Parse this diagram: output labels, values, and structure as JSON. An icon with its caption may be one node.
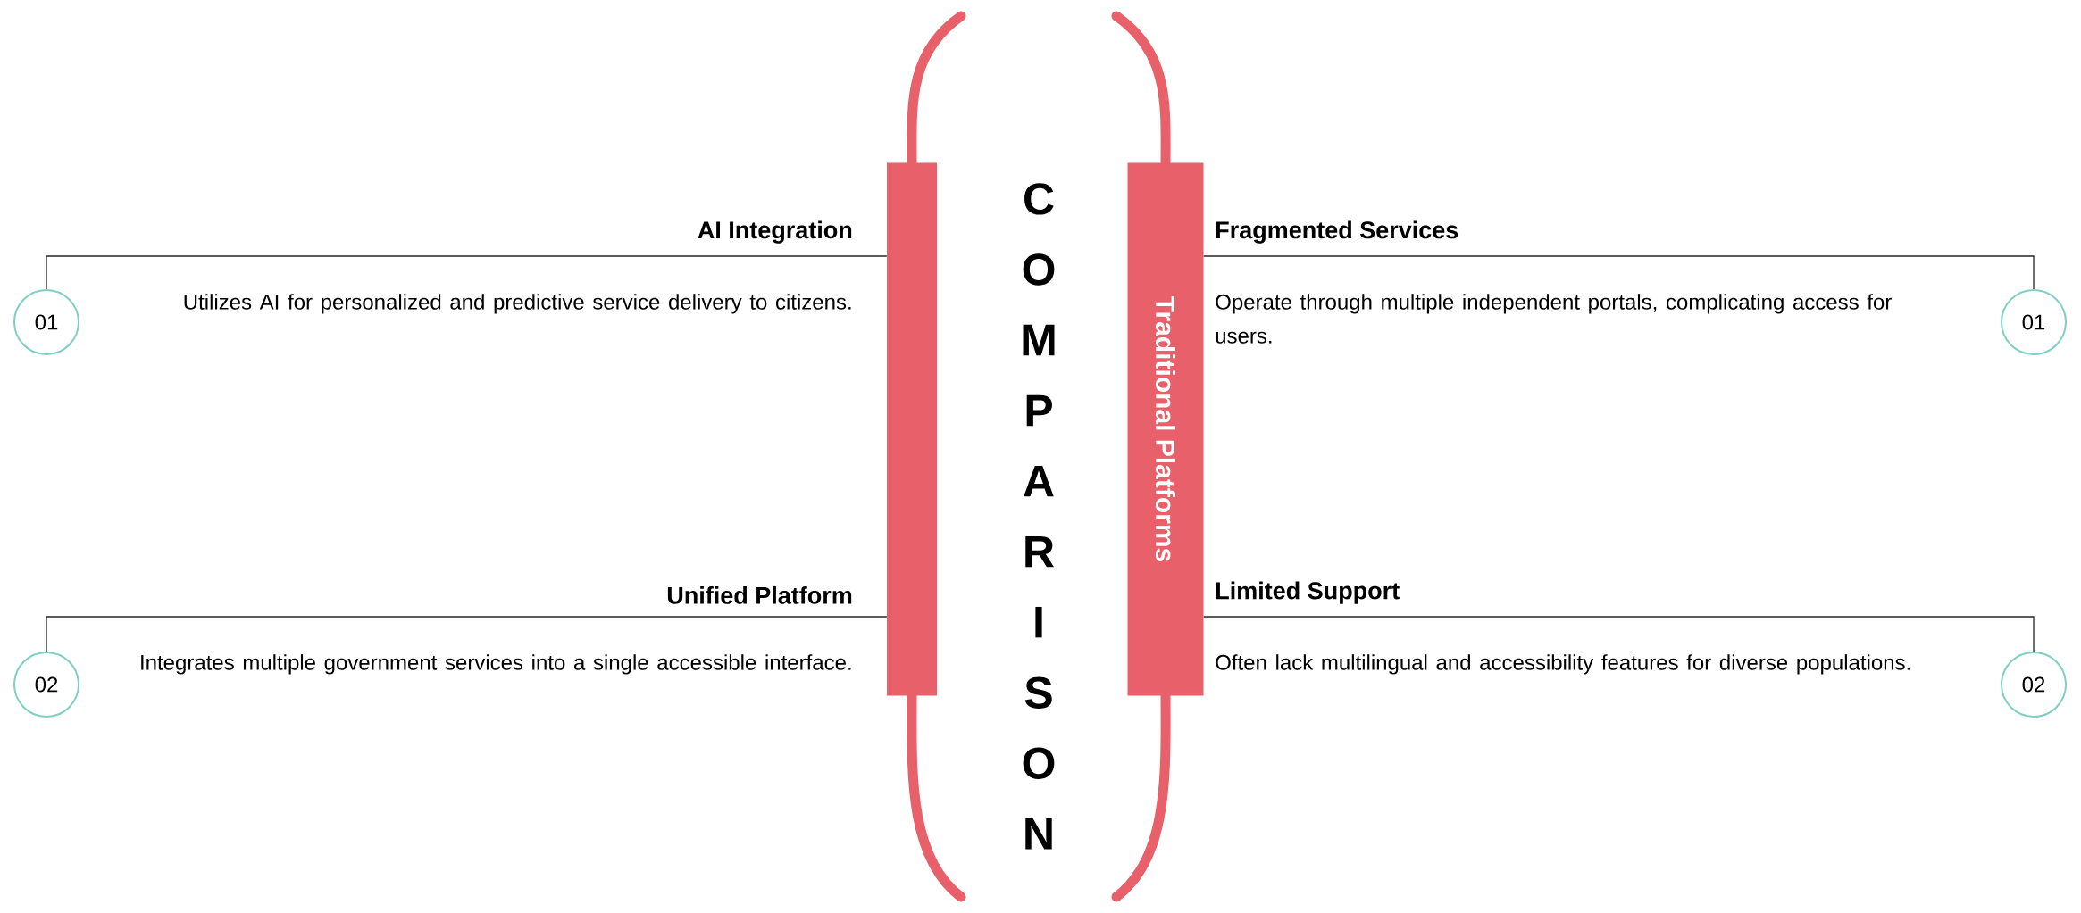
{
  "diagram": {
    "title": "COMPARISON",
    "nodes": [
      {
        "text": [],
        "shape": "bar"
      },
      {
        "text": [
          "Traditional Platforms"
        ]
      },
      {
        "text": [
          "01"
        ]
      },
      {
        "text": [
          "02"
        ]
      },
      {
        "text": [
          "01"
        ]
      },
      {
        "text": [
          "02"
        ]
      }
    ],
    "edges": [
      {
        "from": 2,
        "to": 0,
        "arrow": "none"
      },
      {
        "from": 3,
        "to": 0,
        "arrow": "none"
      },
      {
        "from": 4,
        "to": 1,
        "arrow": "none"
      },
      {
        "from": 5,
        "to": 1,
        "arrow": "none"
      }
    ],
    "labels": [
      "AI Integration",
      "Utilizes AI for personalized and predictive service delivery to citizens.",
      "Fragmented Services",
      "Operate through multiple independent portals, complicating access for users.",
      "Unified Platform",
      "Integrates multiple government services into a single accessible interface.",
      "Limited Support",
      "Often lack multilingual and accessibility features for diverse populations."
    ]
  }
}
